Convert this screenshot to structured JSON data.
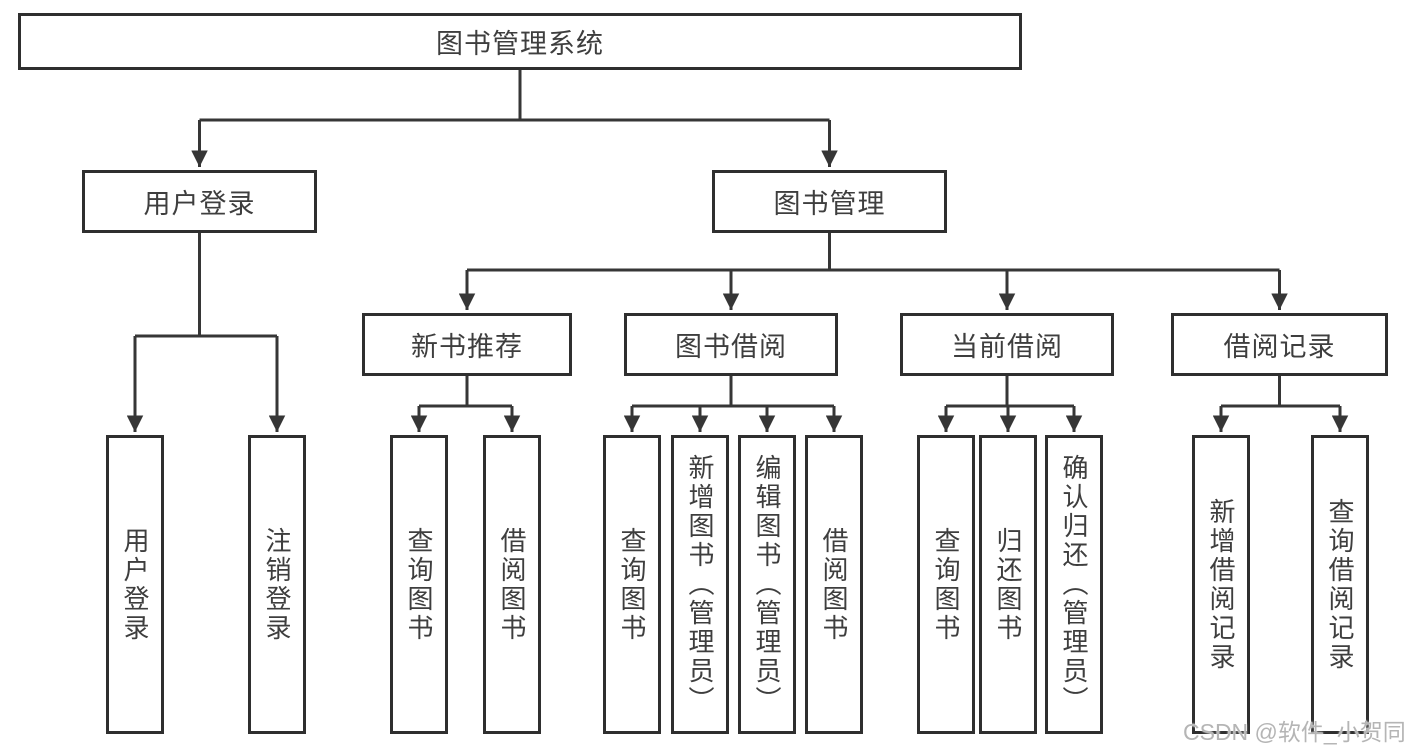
{
  "diagram": {
    "title_node": {
      "label": "图书管理系统"
    },
    "level2": {
      "user_login": {
        "label": "用户登录"
      },
      "book_mgmt": {
        "label": "图书管理"
      }
    },
    "level3": {
      "new_book_rec": {
        "label": "新书推荐"
      },
      "book_borrow": {
        "label": "图书借阅"
      },
      "current_borrow": {
        "label": "当前借阅"
      },
      "borrow_records": {
        "label": "借阅记录"
      }
    },
    "leaves": {
      "ul_login": {
        "label": "用户登录"
      },
      "ul_logout": {
        "label": "注销登录"
      },
      "nb_query": {
        "label": "查询图书"
      },
      "nb_borrow": {
        "label": "借阅图书"
      },
      "bb_query": {
        "label": "查询图书"
      },
      "bb_add": {
        "label": "新增图书（管理员）"
      },
      "bb_edit": {
        "label": "编辑图书（管理员）"
      },
      "bb_borrow": {
        "label": "借阅图书"
      },
      "cb_query": {
        "label": "查询图书"
      },
      "cb_return": {
        "label": "归还图书"
      },
      "cb_confirm": {
        "label": "确认归还（管理员）"
      },
      "br_add": {
        "label": "新增借阅记录"
      },
      "br_query": {
        "label": "查询借阅记录"
      }
    }
  },
  "watermark": {
    "text": "CSDN @软件_小贺同学"
  },
  "colors": {
    "line": "#363636",
    "box_border": "#2f2f2f",
    "text": "#3e3e3e",
    "watermark": "#b5b5b5",
    "background": "#ffffff"
  }
}
